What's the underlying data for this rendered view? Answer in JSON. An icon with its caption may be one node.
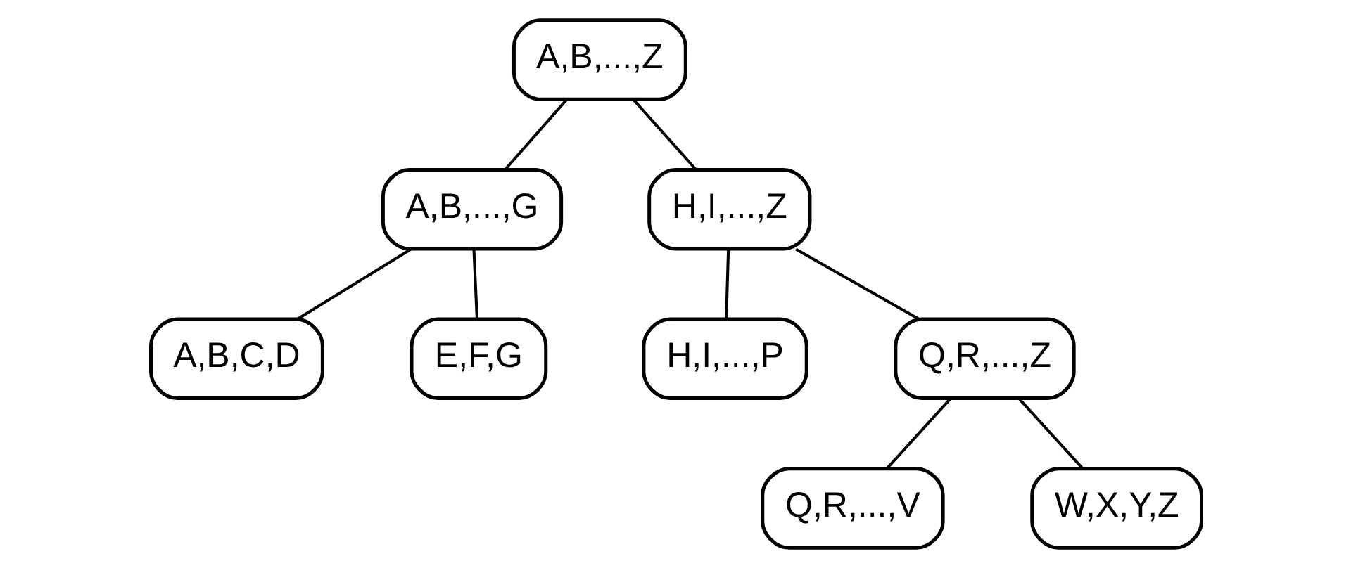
{
  "diagram": {
    "nodes": [
      {
        "text": [
          "A,B,...,Z"
        ]
      },
      {
        "text": [
          "A,B,...,G"
        ]
      },
      {
        "text": [
          "H,I,...,Z"
        ]
      },
      {
        "text": [
          "A,B,C,D"
        ]
      },
      {
        "text": [
          "E,F,G"
        ]
      },
      {
        "text": [
          "H,I,...,P"
        ]
      },
      {
        "text": [
          "Q,R,...,Z"
        ]
      },
      {
        "text": [
          "Q,R,...,V"
        ]
      },
      {
        "text": [
          "W,X,Y,Z"
        ]
      }
    ],
    "edges": [
      {
        "from": 0,
        "to": 1,
        "arrow": "none"
      },
      {
        "from": 0,
        "to": 2,
        "arrow": "none"
      },
      {
        "from": 1,
        "to": 3,
        "arrow": "none"
      },
      {
        "from": 1,
        "to": 4,
        "arrow": "none"
      },
      {
        "from": 2,
        "to": 5,
        "arrow": "none"
      },
      {
        "from": 2,
        "to": 6,
        "arrow": "none"
      },
      {
        "from": 6,
        "to": 7,
        "arrow": "none"
      },
      {
        "from": 6,
        "to": 8,
        "arrow": "none"
      }
    ]
  }
}
